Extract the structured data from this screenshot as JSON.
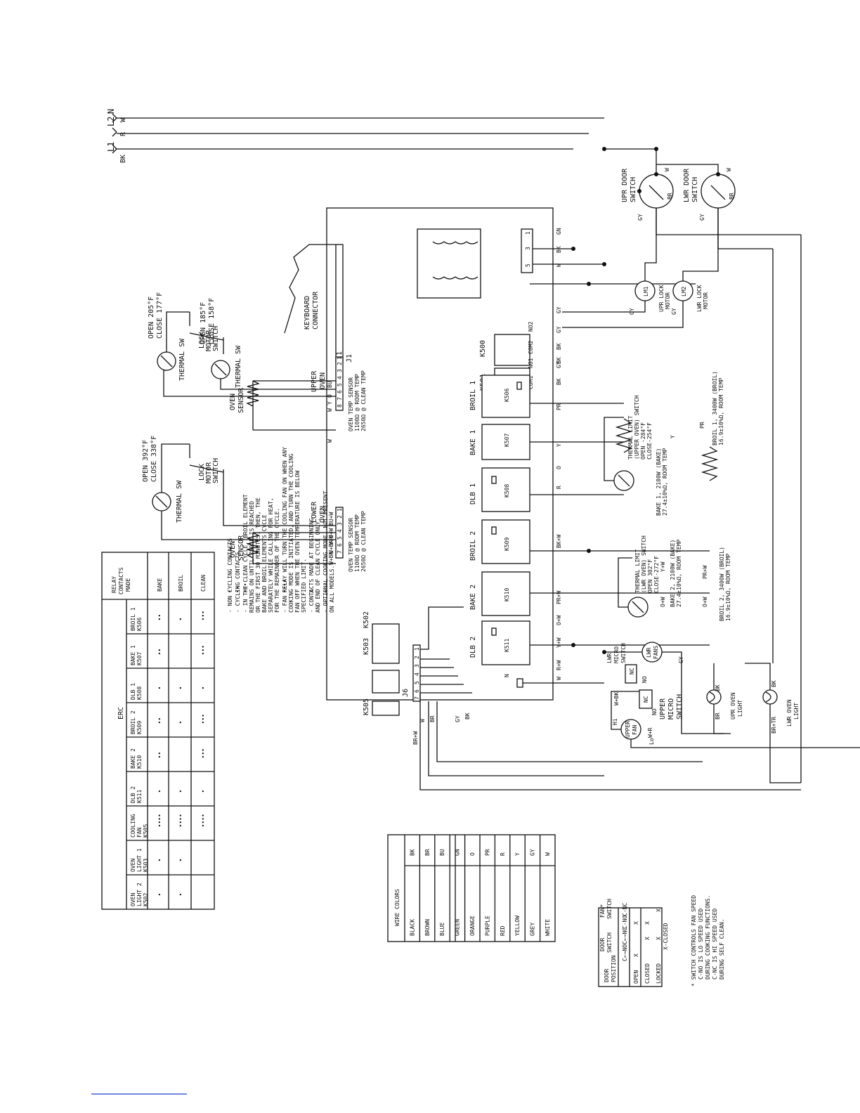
{
  "power": {
    "lines": [
      {
        "name": "N",
        "color": "W"
      },
      {
        "name": "L2",
        "color": "R"
      },
      {
        "name": "L1",
        "color": "BK"
      }
    ]
  },
  "upper_thermal_1": {
    "temps": [
      "OPEN 205°F",
      "CLOSE 177°F"
    ],
    "label": "THERMAL SW"
  },
  "upper_thermal_2": {
    "temps": [
      "OPEN 185°F",
      "CLOSE 158°F"
    ],
    "label": "THERMAL SW"
  },
  "upper_lock_switch": {
    "label": [
      "LOCK",
      "MOTOR",
      "SWITCH"
    ]
  },
  "lower_thermal": {
    "temps": [
      "OPEN 392°F",
      "CLOSE 338°F"
    ],
    "label": "THERMAL SW"
  },
  "lower_lock_switch": {
    "label": [
      "LOCK",
      "MOTOR",
      "SWITCH"
    ]
  },
  "keyboard": {
    "label": [
      "KEYBOARD",
      "CONNECTOR"
    ],
    "pin": "1",
    "ref": "J1"
  },
  "upper_oven": {
    "label": [
      "UPPER",
      "OVEN"
    ],
    "pins": [
      "1",
      "2",
      "3",
      "4",
      "5",
      "6",
      "7",
      "8"
    ],
    "wires": [
      "BU",
      "O",
      "Y",
      "W",
      "W"
    ],
    "sensor": [
      "OVEN",
      "SENSOR"
    ],
    "spec": [
      "OVEN TEMP SENSOR",
      "1100Ω @ ROOM TEMP",
      "2650Ω @ CLEAN TEMP"
    ]
  },
  "lower_oven": {
    "label": [
      "LOWER",
      "OVEN"
    ],
    "pins": [
      "1",
      "2",
      "3",
      "4",
      "5",
      "6",
      "7"
    ],
    "wires": [
      "BU+W",
      "O+W",
      "Y+W",
      "W+BK",
      "W+BK"
    ],
    "sensor": [
      "OVEN",
      "SENSOR"
    ],
    "spec": [
      "OVEN TEMP SENSOR",
      "1100Ω @ ROOM TEMP",
      "2650Ω @ CLEAN TEMP"
    ]
  },
  "transformer": {
    "pins": [
      "1",
      "3",
      "5"
    ],
    "wires": [
      "GN",
      "BK",
      "W"
    ]
  },
  "lock_relays": [
    {
      "ref": "K500",
      "pins": [
        "NO2",
        "COM2"
      ],
      "wires": [
        "GY",
        "GY",
        "BK"
      ]
    },
    {
      "ref": "K501",
      "pins": [
        "NO1",
        "COM1"
      ],
      "wires": [
        "GY",
        "BK"
      ]
    }
  ],
  "relays": [
    {
      "label": "BROIL 1",
      "ref": "K506",
      "wire": "PR"
    },
    {
      "label": "BAKE 1",
      "ref": "K507",
      "wire": "Y"
    },
    {
      "label": "DLB 1",
      "ref": "K508",
      "wire": "R"
    },
    {
      "label": "BROIL 2",
      "ref": "K509",
      "wire": "BK+W"
    },
    {
      "label": "BAKE 2",
      "ref": "K510",
      "wire": "PR+W"
    },
    {
      "label": "DLB 2",
      "ref": "K511",
      "wire": "Y+W"
    }
  ],
  "relay_extra_wires": [
    "BK",
    "O",
    "O+W",
    "R+W"
  ],
  "small_relays": [
    {
      "ref": "K502"
    },
    {
      "ref": "K503"
    },
    {
      "ref": "K505"
    }
  ],
  "j6": {
    "ref": "J6",
    "pins": [
      "1",
      "2",
      "3",
      "4",
      "5",
      "6",
      "7"
    ],
    "wires": [
      "BR+W",
      "W",
      "BR",
      "GY",
      "BK"
    ]
  },
  "n_terminal": {
    "label": "N",
    "wire": "W"
  },
  "upper_limit": {
    "text": [
      "THERMAL LIMIT",
      "(UPPER OVEN) SWITCH",
      "OPEN -284°F",
      "CLOSE-254°F"
    ],
    "bake": [
      "BAKE 1, 2100W (BAKE)",
      "27.4±10%Ω, ROOM TEMP"
    ],
    "broil": [
      "BROIL 1, 3400W (BROIL)",
      "16.9±10%Ω, ROOM TEMP"
    ],
    "wires": [
      "Y",
      "PR"
    ]
  },
  "lower_limit": {
    "text": [
      "THERMAL LIMIT",
      "(LWR OVEN) SWITCH",
      "OPEN 302°F",
      "CLOSE-272°F"
    ],
    "bake": [
      "BAKE 2, 2100W (BAKE)",
      "27.4±10%Ω, ROOM TEMP"
    ],
    "broil": [
      "BROIL 2, 3400W (BROIL)",
      "16.9±10%Ω, ROOM TEMP"
    ],
    "wires": [
      "Y+W",
      "O+W",
      "PR+W",
      "O+W"
    ]
  },
  "door_switches": [
    {
      "label": [
        "UPR DOOR",
        "SWITCH"
      ],
      "wires": [
        "GY",
        "W",
        "BR"
      ]
    },
    {
      "label": [
        "LWR DOOR",
        "SWITCH"
      ],
      "wires": [
        "GY",
        "W",
        "BR"
      ]
    }
  ],
  "lock_motors": [
    {
      "ref": "LM1",
      "label": [
        "UPR LOCK",
        "MOTOR"
      ],
      "wire": "GY"
    },
    {
      "ref": "LM2",
      "label": [
        "LWR LOCK",
        "MOTOR"
      ],
      "wire": "GY"
    }
  ],
  "fans": {
    "upper": {
      "label": [
        "UPPER",
        "FAN"
      ],
      "hi": "Hi",
      "lo": "Lo",
      "wire": "W+R"
    },
    "lower": {
      "label": [
        "LWR",
        "FANS"
      ],
      "wire": "GY"
    },
    "lwr_micro": {
      "label": [
        "LWR",
        "MICRO",
        "SWITCH"
      ],
      "contacts": [
        "NC",
        "NO"
      ]
    },
    "upper_micro": {
      "label": [
        "UPPER",
        "MICRO",
        "SWITCH"
      ],
      "contacts": [
        "NC",
        "NO"
      ],
      "wire": "W+BK"
    }
  },
  "lights": [
    {
      "label": [
        "UPR OVEN",
        "LIGHT"
      ],
      "wires": [
        "BR",
        "BK"
      ]
    },
    {
      "label": [
        "LWR OVEN",
        "LIGHT"
      ],
      "wires": [
        "BR+TR",
        "BK"
      ]
    }
  ],
  "erc_table": {
    "title": "ERC",
    "corner": [
      "RELAY",
      "CONTACTS",
      "MADE"
    ],
    "columns": [
      [
        "BROIL 1",
        "K506"
      ],
      [
        "BAKE 1",
        "K507"
      ],
      [
        "DLB 1",
        "K508"
      ],
      [
        "BROIL 2",
        "K509"
      ],
      [
        "BAKE 2",
        "K510"
      ],
      [
        "DLB 2",
        "K511"
      ],
      [
        "COOLING",
        "FAN",
        "K505"
      ],
      [
        "OVEN",
        "LIGHT 1",
        "K503"
      ],
      [
        "OVEN",
        "LIGHT 2",
        "K502"
      ]
    ],
    "rows": [
      {
        "label": "BAKE",
        "cells": [
          "••",
          "••",
          "•",
          "••",
          "••",
          "•",
          "••••",
          "•",
          "•"
        ]
      },
      {
        "label": "BROIL",
        "cells": [
          "•",
          "",
          "•",
          "•",
          "",
          "•",
          "••••",
          "•",
          "•"
        ]
      },
      {
        "label": "CLEAN",
        "cells": [
          "•••",
          "•••",
          "•",
          "•••",
          "•••",
          "•",
          "••••",
          "",
          ""
        ]
      }
    ]
  },
  "legend": [
    {
      "sym": "•",
      "lines": [
        "- NON CYCLING CONTACTS"
      ]
    },
    {
      "sym": "••",
      "lines": [
        "- CYCLING CONTACTS"
      ]
    },
    {
      "sym": "•••",
      "lines": [
        "- IN THE CLEAN CYCLE, BROIL ELEMENT",
        "REMAINS ON UNTIL 750°F IS REACHED",
        "OR THE FIRST 30 MINUTES. THEN, THE",
        "BAKE AND BROIL ELEMENTS CYCLE",
        "SEPARATELY WHILE CALLING FOR HEAT,",
        "FOR THE REMAINDER OF THE CYCLE."
      ]
    },
    {
      "sym": "••••",
      "lines": [
        "- FAN RELAY WILL TURN THE COOLING FAN ON WHEN ANY",
        "COOKING MODE IS INITIATED, AND TURN THE COOLING",
        "FAN OFF WHEN THE OVEN TEMPERATURE IS BELOW",
        "SPECIFIED LIMIT."
      ]
    },
    {
      "sym": "X",
      "lines": [
        "- CONTACTS MADE AT BEGINNING",
        "AND END OF CLEAN CYCLE ONLY."
      ]
    },
    {
      "sym": "+",
      "lines": [
        "- OPTIONAL COOKING MODE. NOT PRESENT",
        "ON ALL MODELS."
      ]
    }
  ],
  "wire_colors": {
    "title": "WIRE COLORS",
    "rows": [
      [
        "BLACK",
        "BK"
      ],
      [
        "BROWN",
        "BR"
      ],
      [
        "BLUE",
        "BU"
      ],
      [
        "GREEN",
        "GN"
      ],
      [
        "ORANGE",
        "O"
      ],
      [
        "PURPLE",
        "PR"
      ],
      [
        "RED",
        "R"
      ],
      [
        "YELLOW",
        "Y"
      ],
      [
        "GREY",
        "GY"
      ],
      [
        "WHITE",
        "W"
      ]
    ]
  },
  "door_table": {
    "h_position": [
      "DOOR",
      "POSITION"
    ],
    "h_door": [
      "DOOR",
      "SWITCH"
    ],
    "h_fan": [
      "FAN*",
      "SWITCH"
    ],
    "sub": [
      "C←→NO",
      "C←→NC",
      "C-NO",
      "C-NC"
    ],
    "rows": [
      {
        "label": "OPEN",
        "cells": [
          "X",
          "",
          "X",
          ""
        ]
      },
      {
        "label": "CLOSED",
        "cells": [
          "",
          "X",
          "X",
          ""
        ]
      },
      {
        "label": "LOCKED",
        "cells": [
          "",
          "X",
          "",
          "X"
        ]
      }
    ],
    "note": "X-CLOSED"
  },
  "fan_note": [
    "* SWITCH CONTROLS FAN SPEED",
    "C-NO IS LO SPEED USED",
    "DURING COOKING FUNCTIONS.",
    "C-NC IS HI SPEED USED",
    "DURING SELF CLEAN."
  ]
}
